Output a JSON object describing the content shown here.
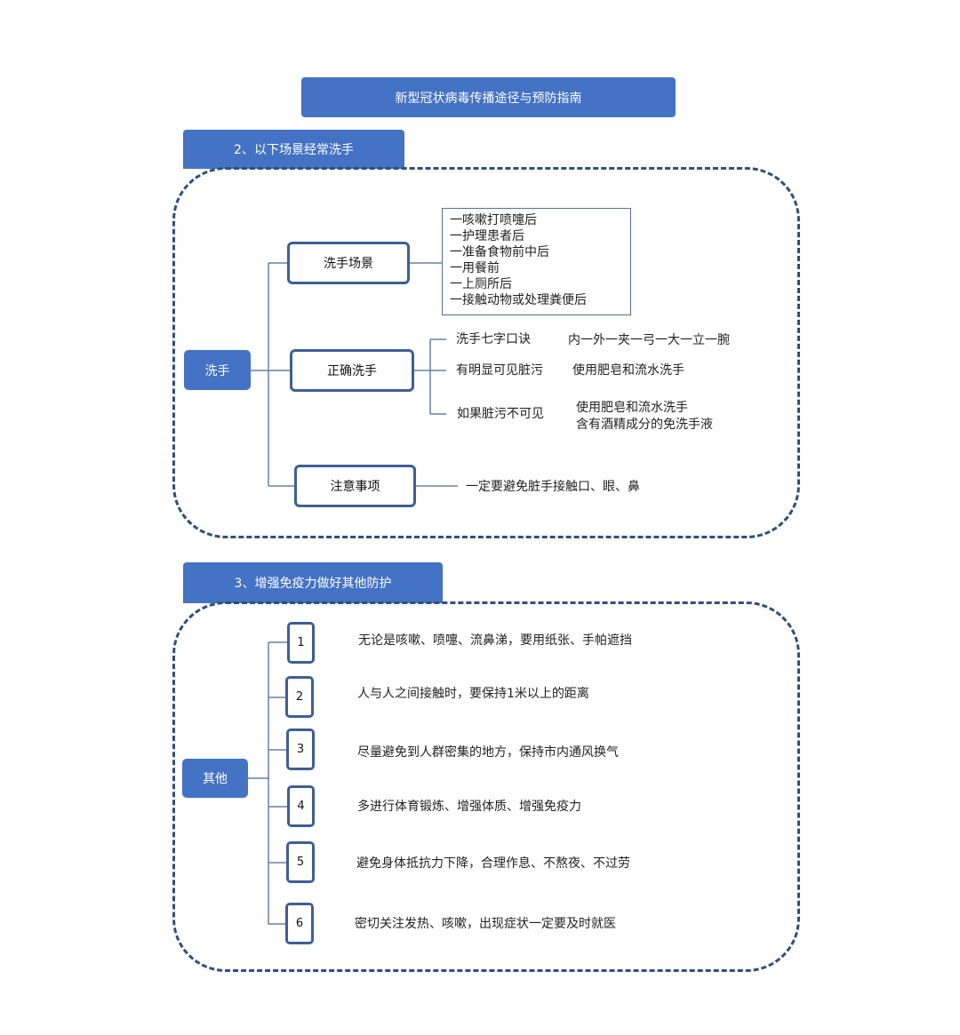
{
  "title": "新型冠状病毒传播途径与预防指南",
  "section2": {
    "header": "2、以下场景经常洗手",
    "root": "洗手",
    "branches": {
      "scene": {
        "label": "洗手场景",
        "items": [
          "一咳嗽打喷嚏后",
          "一护理患者后",
          "一准备食物前中后",
          "一用餐前",
          "一上厕所后",
          "一接触动物或处理粪便后"
        ]
      },
      "correct": {
        "label": "正确洗手",
        "rows": [
          {
            "left": "洗手七字口诀",
            "right": [
              "内一外一夹一弓一大一立一腕"
            ]
          },
          {
            "left": "有明显可见脏污",
            "right": [
              "使用肥皂和流水洗手"
            ]
          },
          {
            "left": "如果脏污不可见",
            "right": [
              "使用肥皂和流水洗手",
              "含有酒精成分的免洗手液"
            ]
          }
        ]
      },
      "note": {
        "label": "注意事项",
        "text": "一定要避免脏手接触口、眼、鼻"
      }
    }
  },
  "section3": {
    "header": "3、增强免疫力做好其他防护",
    "root": "其他",
    "items": [
      {
        "num": "1",
        "text": "无论是咳嗽、喷嚏、流鼻涕，要用纸张、手帕遮挡"
      },
      {
        "num": "2",
        "text": "人与人之间接触时，要保持1米以上的距离"
      },
      {
        "num": "3",
        "text": "尽量避免到人群密集的地方，保持市内通风换气"
      },
      {
        "num": "4",
        "text": "多进行体育锻炼、增强体质、增强免疫力"
      },
      {
        "num": "5",
        "text": "避免身体抵抗力下降，合理作息、不熬夜、不过劳"
      },
      {
        "num": "6",
        "text": "密切关注发热、咳嗽，出现症状一定要及时就医"
      }
    ]
  }
}
